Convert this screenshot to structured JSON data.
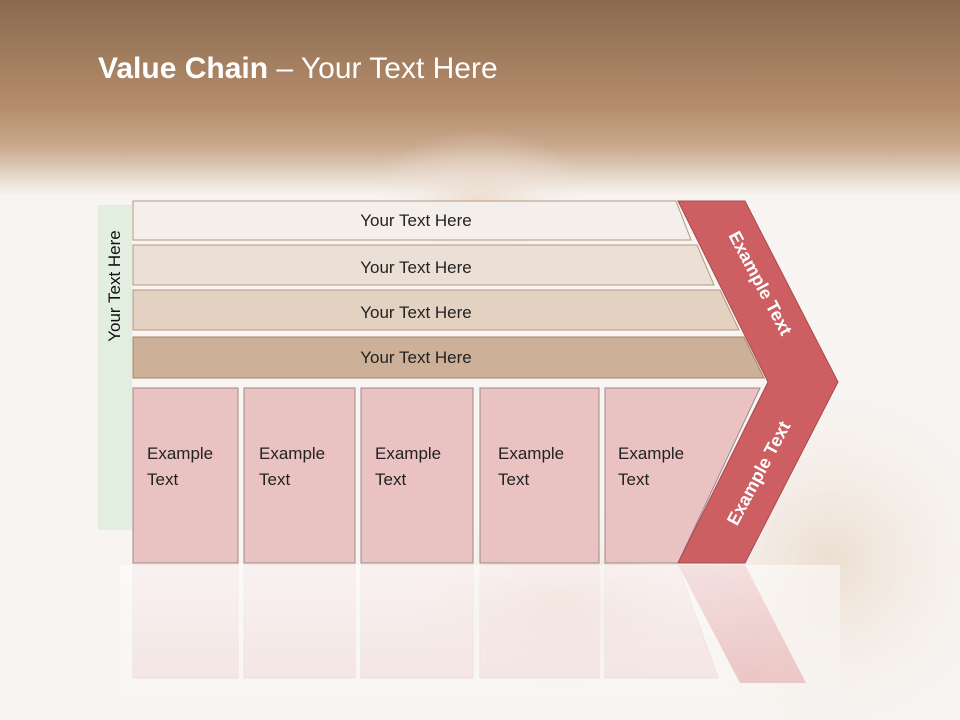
{
  "slide": {
    "title_bold": "Value Chain",
    "title_rest": " – Your Text Here",
    "side_label": "Your Text Here"
  },
  "support_activities": [
    {
      "label": "Your Text Here",
      "color": "#f4efea"
    },
    {
      "label": "Your Text Here",
      "color": "#ece0d6"
    },
    {
      "label": "Your Text Here",
      "color": "#e3d1c1"
    },
    {
      "label": "Your Text Here",
      "color": "#cdb098"
    }
  ],
  "primary_activities": [
    {
      "line1": "Example",
      "line2": "Text"
    },
    {
      "line1": "Example",
      "line2": "Text"
    },
    {
      "line1": "Example",
      "line2": "Text"
    },
    {
      "line1": "Example",
      "line2": "Text"
    },
    {
      "line1": "Example",
      "line2": "Text"
    }
  ],
  "margin_arrow": {
    "upper_label": "Example Text",
    "lower_label": "Example Text"
  },
  "colors": {
    "header_brown": "#b58d6c",
    "primary_pink": "#ebc2c2",
    "margin_red": "#cd5e62",
    "side_green": "#d9ecd8"
  }
}
